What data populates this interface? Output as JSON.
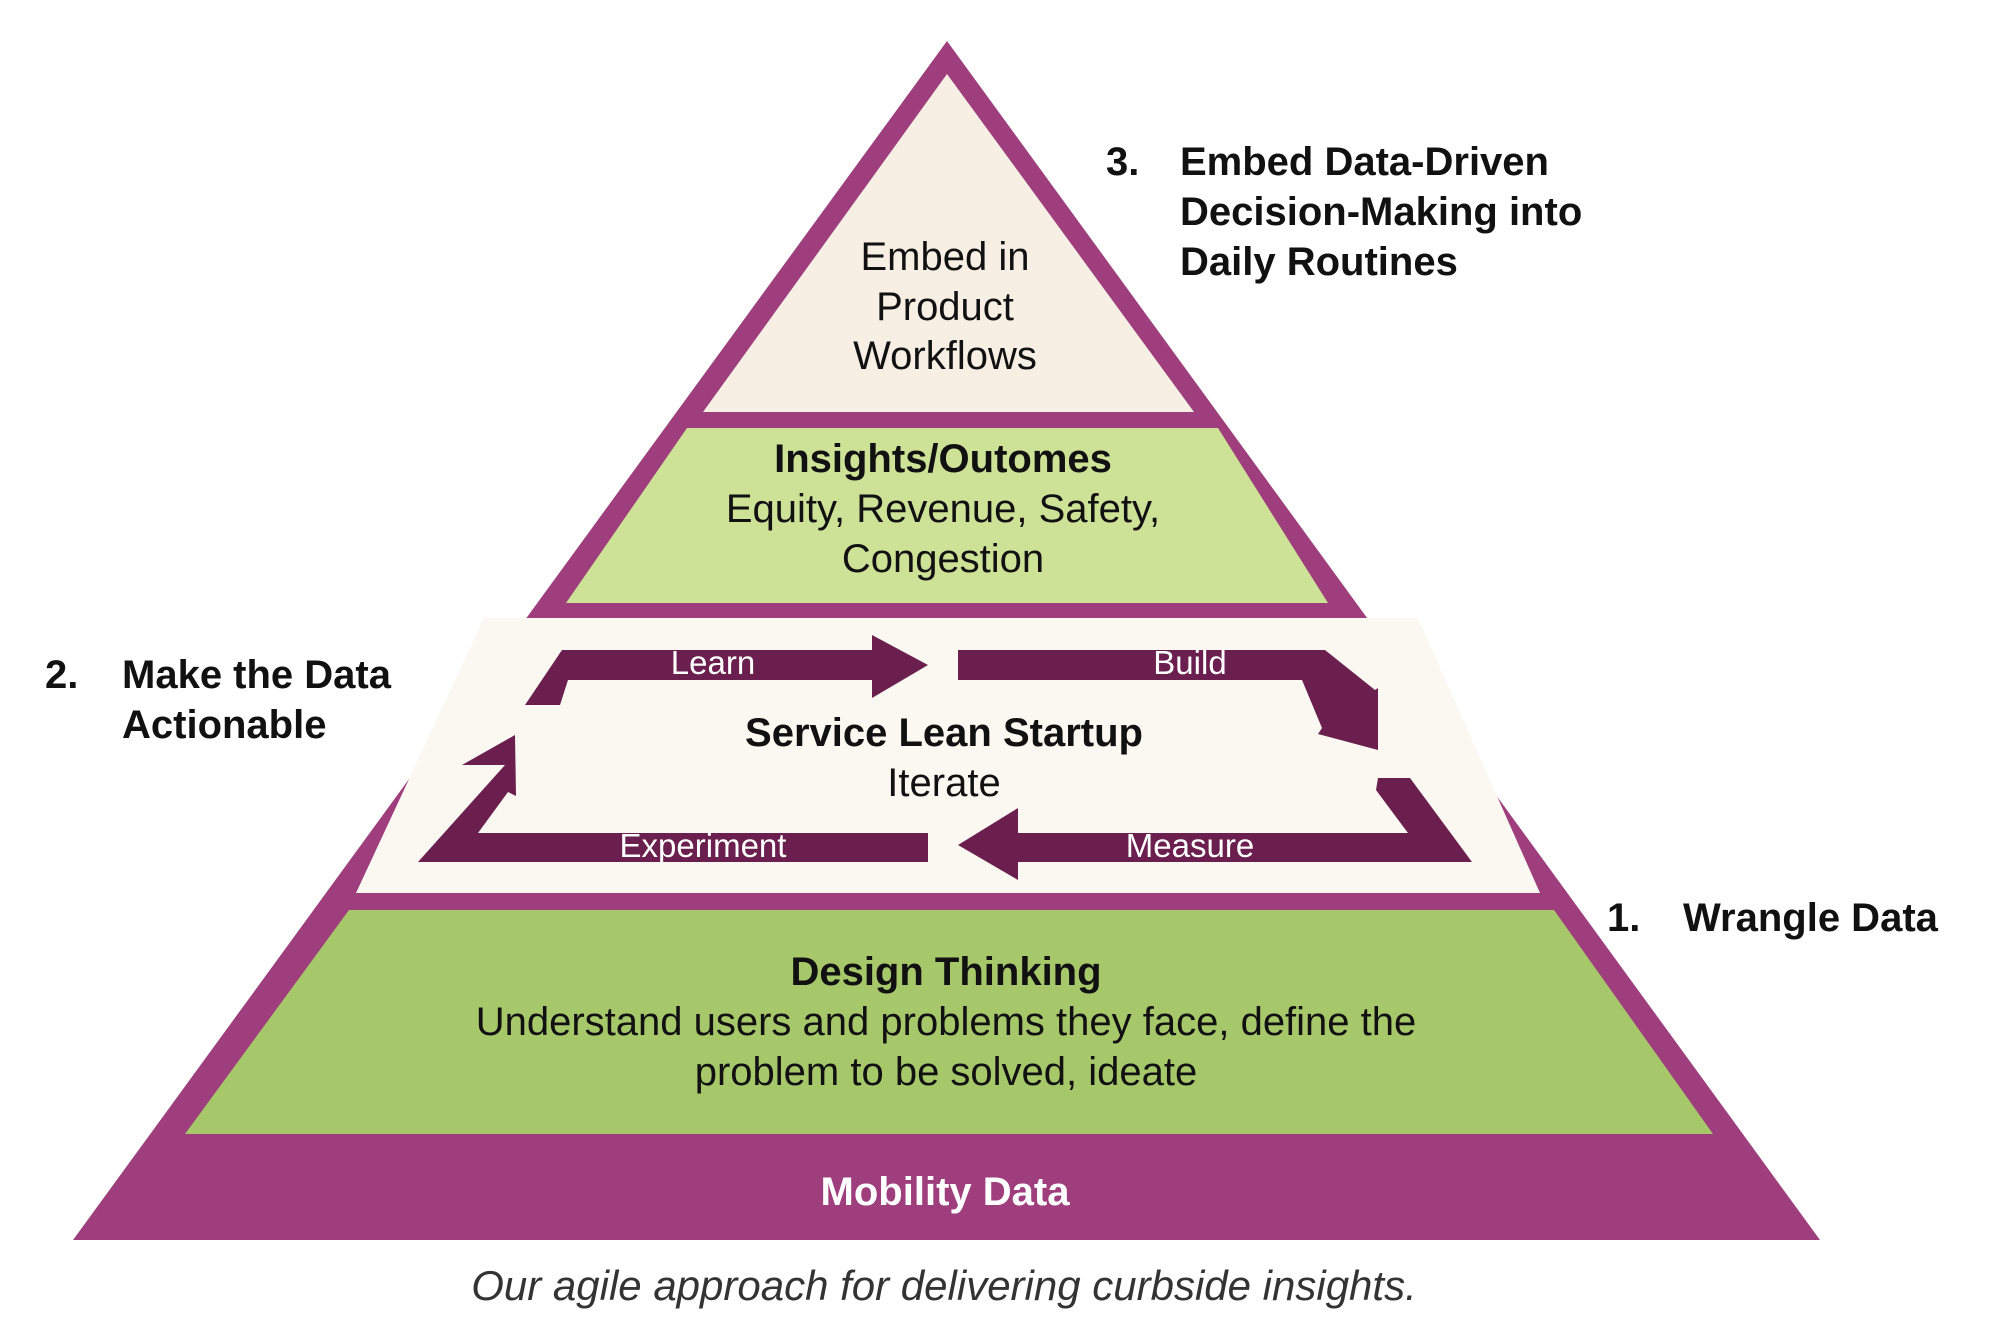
{
  "colors": {
    "frame": "#9e3e7d",
    "top_tier": "#f7efe4",
    "insights_tier": "#cde197",
    "lean_tier": "#fbf7f1",
    "design_tier": "#a6c86a",
    "arrow": "#6a1f4e",
    "base_text": "#ffffff"
  },
  "steps": {
    "wrangle": {
      "number": "1.",
      "label": "Wrangle Data"
    },
    "actionable": {
      "number": "2.",
      "line1": "Make the Data",
      "line2": "Actionable"
    },
    "embed": {
      "number": "3.",
      "line1": "Embed Data-Driven",
      "line2": "Decision-Making into",
      "line3": "Daily Routines"
    }
  },
  "tiers": {
    "top": {
      "line1": "Embed in",
      "line2": "Product",
      "line3": "Workflows"
    },
    "insights": {
      "title": "Insights/Outomes",
      "line1": "Equity, Revenue, Safety,",
      "line2": "Congestion"
    },
    "lean": {
      "title": "Service Lean Startup",
      "subtitle": "Iterate"
    },
    "design": {
      "title": "Design Thinking",
      "line1": "Understand users and problems they face, define the",
      "line2": "problem to be solved, ideate"
    },
    "base": {
      "label": "Mobility Data"
    }
  },
  "cycle": {
    "learn": "Learn",
    "build": "Build",
    "measure": "Measure",
    "experiment": "Experiment"
  },
  "caption": "Our agile approach for delivering curbside insights."
}
